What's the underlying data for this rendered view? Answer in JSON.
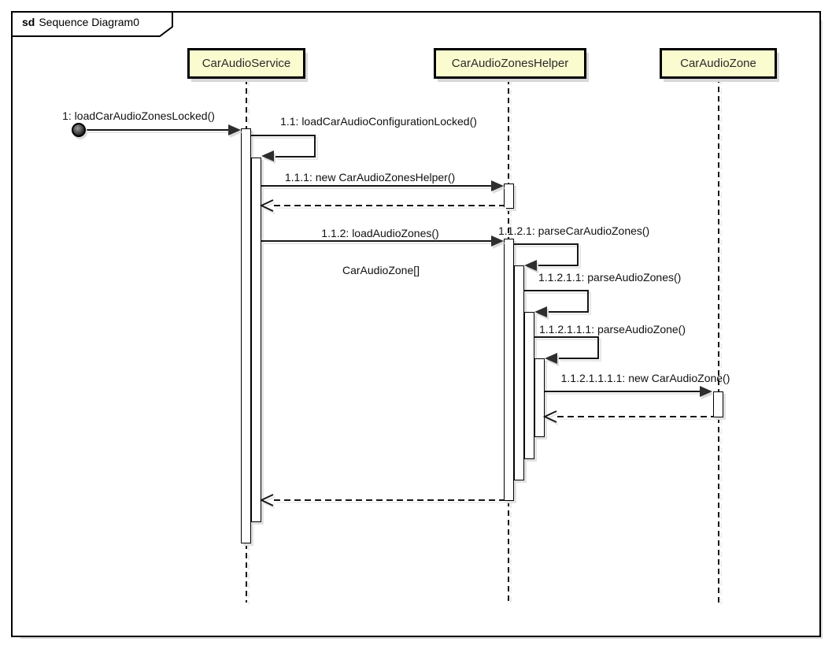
{
  "diagram": {
    "type": "uml-sequence-diagram",
    "frame_keyword": "sd",
    "frame_title": "Sequence Diagram0"
  },
  "lifelines": [
    {
      "name": "CarAudioService"
    },
    {
      "name": "CarAudioZonesHelper"
    },
    {
      "name": "CarAudioZone"
    }
  ],
  "messages": [
    {
      "seq": "1",
      "label": "1: loadCarAudioZonesLocked()",
      "kind": "found",
      "to": "CarAudioService"
    },
    {
      "seq": "1.1",
      "label": "1.1: loadCarAudioConfigurationLocked()",
      "kind": "self",
      "on": "CarAudioService"
    },
    {
      "seq": "1.1.1",
      "label": "1.1.1: new CarAudioZonesHelper()",
      "kind": "sync",
      "from": "CarAudioService",
      "to": "CarAudioZonesHelper"
    },
    {
      "seq": "",
      "label": "",
      "kind": "return",
      "from": "CarAudioZonesHelper",
      "to": "CarAudioService"
    },
    {
      "seq": "1.1.2",
      "label": "1.1.2: loadAudioZones()",
      "kind": "sync",
      "from": "CarAudioService",
      "to": "CarAudioZonesHelper"
    },
    {
      "seq": "1.1.2.1",
      "label": "1.1.2.1: parseCarAudioZones()",
      "kind": "self",
      "on": "CarAudioZonesHelper"
    },
    {
      "seq": "1.1.2.1.1",
      "label": "1.1.2.1.1: parseAudioZones()",
      "kind": "self",
      "on": "CarAudioZonesHelper"
    },
    {
      "seq": "1.1.2.1.1.1",
      "label": "1.1.2.1.1.1: parseAudioZone()",
      "kind": "self",
      "on": "CarAudioZonesHelper"
    },
    {
      "seq": "1.1.2.1.1.1.1",
      "label": "1.1.2.1.1.1.1: new CarAudioZone()",
      "kind": "sync",
      "from": "CarAudioZonesHelper",
      "to": "CarAudioZone"
    },
    {
      "seq": "",
      "label": "",
      "kind": "return",
      "from": "CarAudioZone",
      "to": "CarAudioZonesHelper"
    },
    {
      "seq": "",
      "label": "CarAudioZone[]",
      "kind": "return",
      "from": "CarAudioZonesHelper",
      "to": "CarAudioService"
    }
  ],
  "colors": {
    "lifeline_header_fill": "#fbfbd0",
    "line": "#161616",
    "shadow": "#e0e0e0",
    "background": "#ffffff"
  }
}
